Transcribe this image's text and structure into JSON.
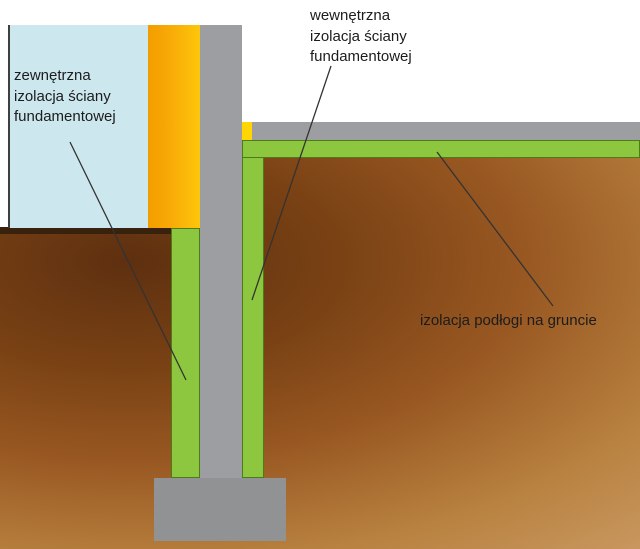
{
  "labels": {
    "external_insulation": "zewnętrzna\nizolacja ściany\nfundamentowej",
    "internal_insulation": "wewnętrzna\nizolacja ściany\nfundamentowej",
    "floor_insulation": "izolacja podłogi na gruncie"
  },
  "colors": {
    "above-ground-blue": "#cde7ef",
    "insulation-yellow": "#f8ab07",
    "edge-strip-yellow": "#ffd503",
    "wall-gray": "#9c9ea1",
    "slab-gray": "#9c9ea1",
    "footing-gray": "#909294",
    "insulation-green": "#8dc63f",
    "insulation-green-border": "#4f7a18",
    "ground-dark": "#5e3010",
    "ground-light": "#cfa06c",
    "soil-line": "#38220e",
    "line-color": "#333333",
    "text-color": "#1c1c1c"
  }
}
